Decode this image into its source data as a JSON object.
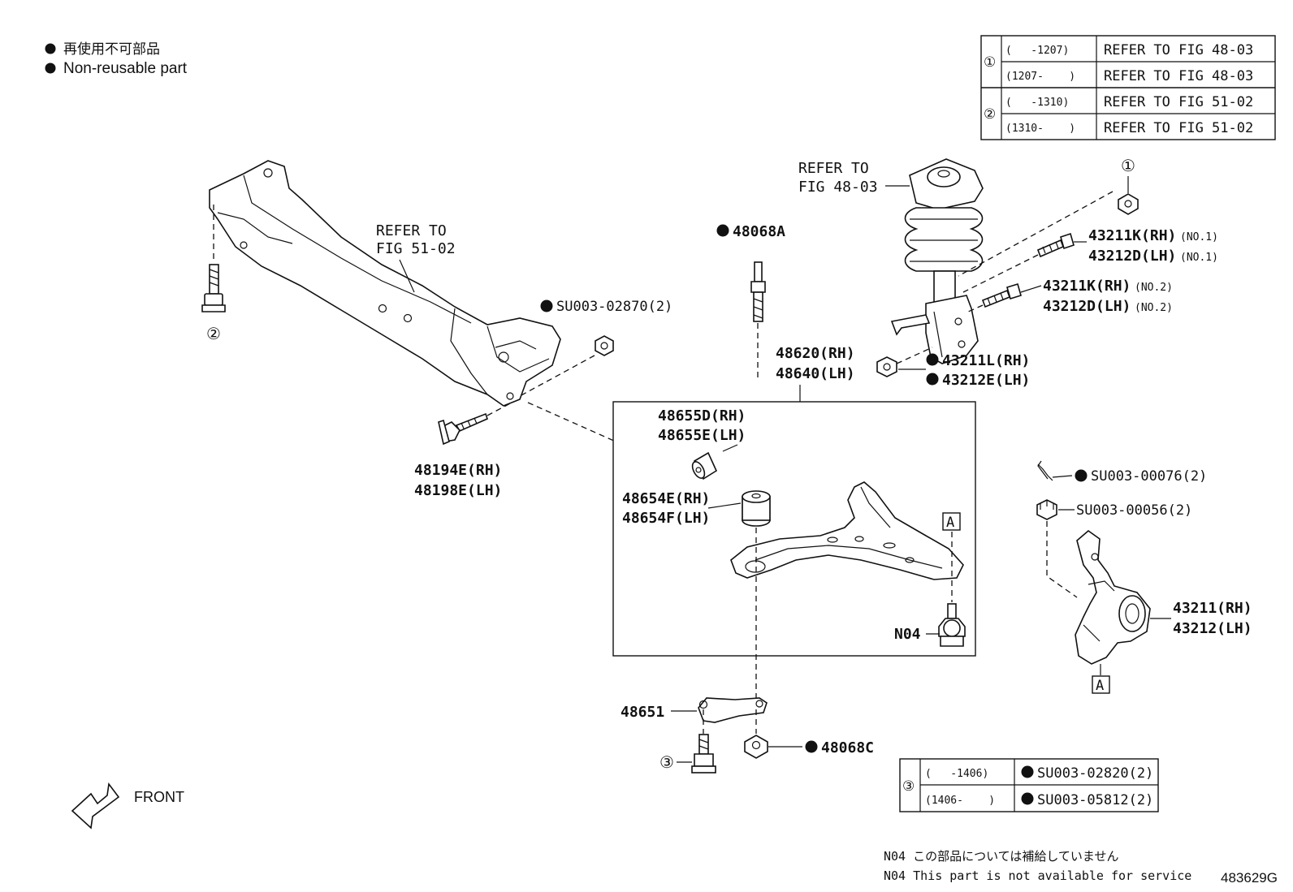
{
  "legend": {
    "line_jp": "再使用不可部品",
    "line_en": "Non-reusable part"
  },
  "table_top": {
    "rows": [
      {
        "mark": "①",
        "range": "(   -1207)",
        "ref": "REFER TO FIG 48-03"
      },
      {
        "mark": "",
        "range": "(1207-    )",
        "ref": "REFER TO FIG 48-03"
      },
      {
        "mark": "②",
        "range": "(   -1310)",
        "ref": "REFER TO FIG 51-02"
      },
      {
        "mark": "",
        "range": "(1310-    )",
        "ref": "REFER TO FIG 51-02"
      }
    ]
  },
  "table_bottom": {
    "rows": [
      {
        "mark": "③",
        "range": "(   -1406)",
        "part": "SU003-02820(2)"
      },
      {
        "mark": "",
        "range": "(1406-    )",
        "part": "SU003-05812(2)"
      }
    ]
  },
  "labels": {
    "refer_48": [
      "REFER TO",
      "FIG 48-03"
    ],
    "refer_51": [
      "REFER TO",
      "FIG 51-02"
    ],
    "p48068A": "48068A",
    "su02870": "SU003-02870(2)",
    "p48194": [
      "48194E(RH)",
      "48198E(LH)"
    ],
    "p48620": [
      "48620(RH)",
      "48640(LH)"
    ],
    "p48655": [
      "48655D(RH)",
      "48655E(LH)"
    ],
    "p48654": [
      "48654E(RH)",
      "48654F(LH)"
    ],
    "boxA": "A",
    "n04": "N04",
    "p48651": "48651",
    "p48068C": "48068C",
    "p43211K1": "43211K(RH)",
    "p43212D1": "43212D(LH)",
    "no1": "(NO.1)",
    "p43211K2": "43211K(RH)",
    "p43212D2": "43212D(LH)",
    "no2": "(NO.2)",
    "p43211L": "43211L(RH)",
    "p43212E": "43212E(LH)",
    "su00076": "SU003-00076(2)",
    "su00056": "SU003-00056(2)",
    "p43211": [
      "43211(RH)",
      "43212(LH)"
    ],
    "mark1": "①",
    "mark2": "②",
    "mark3": "③",
    "front": "FRONT"
  },
  "footnote": {
    "jp": "N04 この部品については補給していません",
    "en": "N04 This part is not available for service",
    "code": "483629G"
  }
}
